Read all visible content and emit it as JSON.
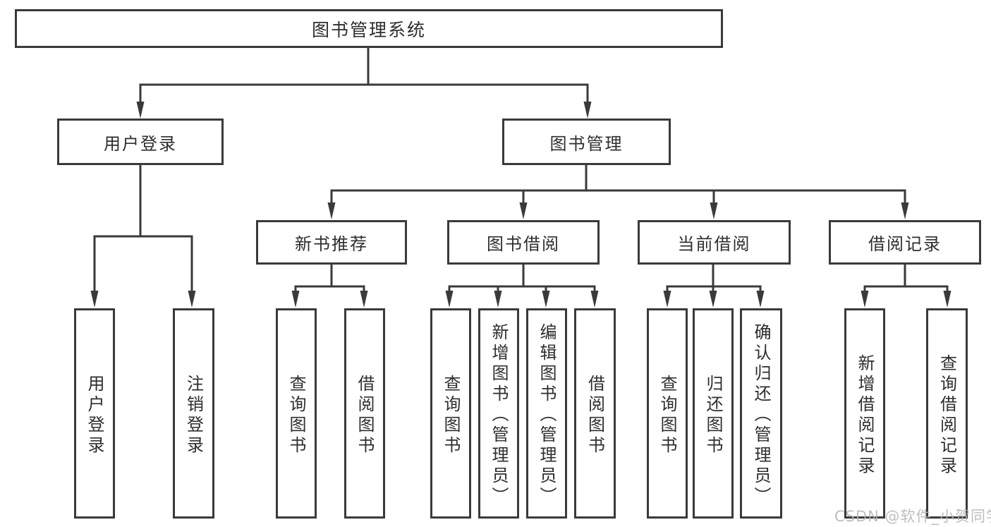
{
  "colors": {
    "line": "#3a3a3a",
    "text": "#2e2e2e",
    "watermark": "#b3b3b3",
    "background": "#ffffff"
  },
  "tree": {
    "root": {
      "label": "图书管理系统"
    },
    "login": {
      "label": "用户登录",
      "children": [
        {
          "label": "用户登录"
        },
        {
          "label": "注销登录"
        }
      ]
    },
    "mgmt": {
      "label": "图书管理",
      "children": [
        {
          "label": "新书推荐",
          "children": [
            {
              "label": "查询图书"
            },
            {
              "label": "借阅图书"
            }
          ]
        },
        {
          "label": "图书借阅",
          "children": [
            {
              "label": "查询图书"
            },
            {
              "label": "新增图书（管理员）"
            },
            {
              "label": "编辑图书（管理员）"
            },
            {
              "label": "借阅图书"
            }
          ]
        },
        {
          "label": "当前借阅",
          "children": [
            {
              "label": "查询图书"
            },
            {
              "label": "归还图书"
            },
            {
              "label": "确认归还（管理员）"
            }
          ]
        },
        {
          "label": "借阅记录",
          "children": [
            {
              "label": "新增借阅记录"
            },
            {
              "label": "查询借阅记录"
            }
          ]
        }
      ]
    }
  },
  "watermark": {
    "text": "CSDN @软件_小贺同学"
  }
}
